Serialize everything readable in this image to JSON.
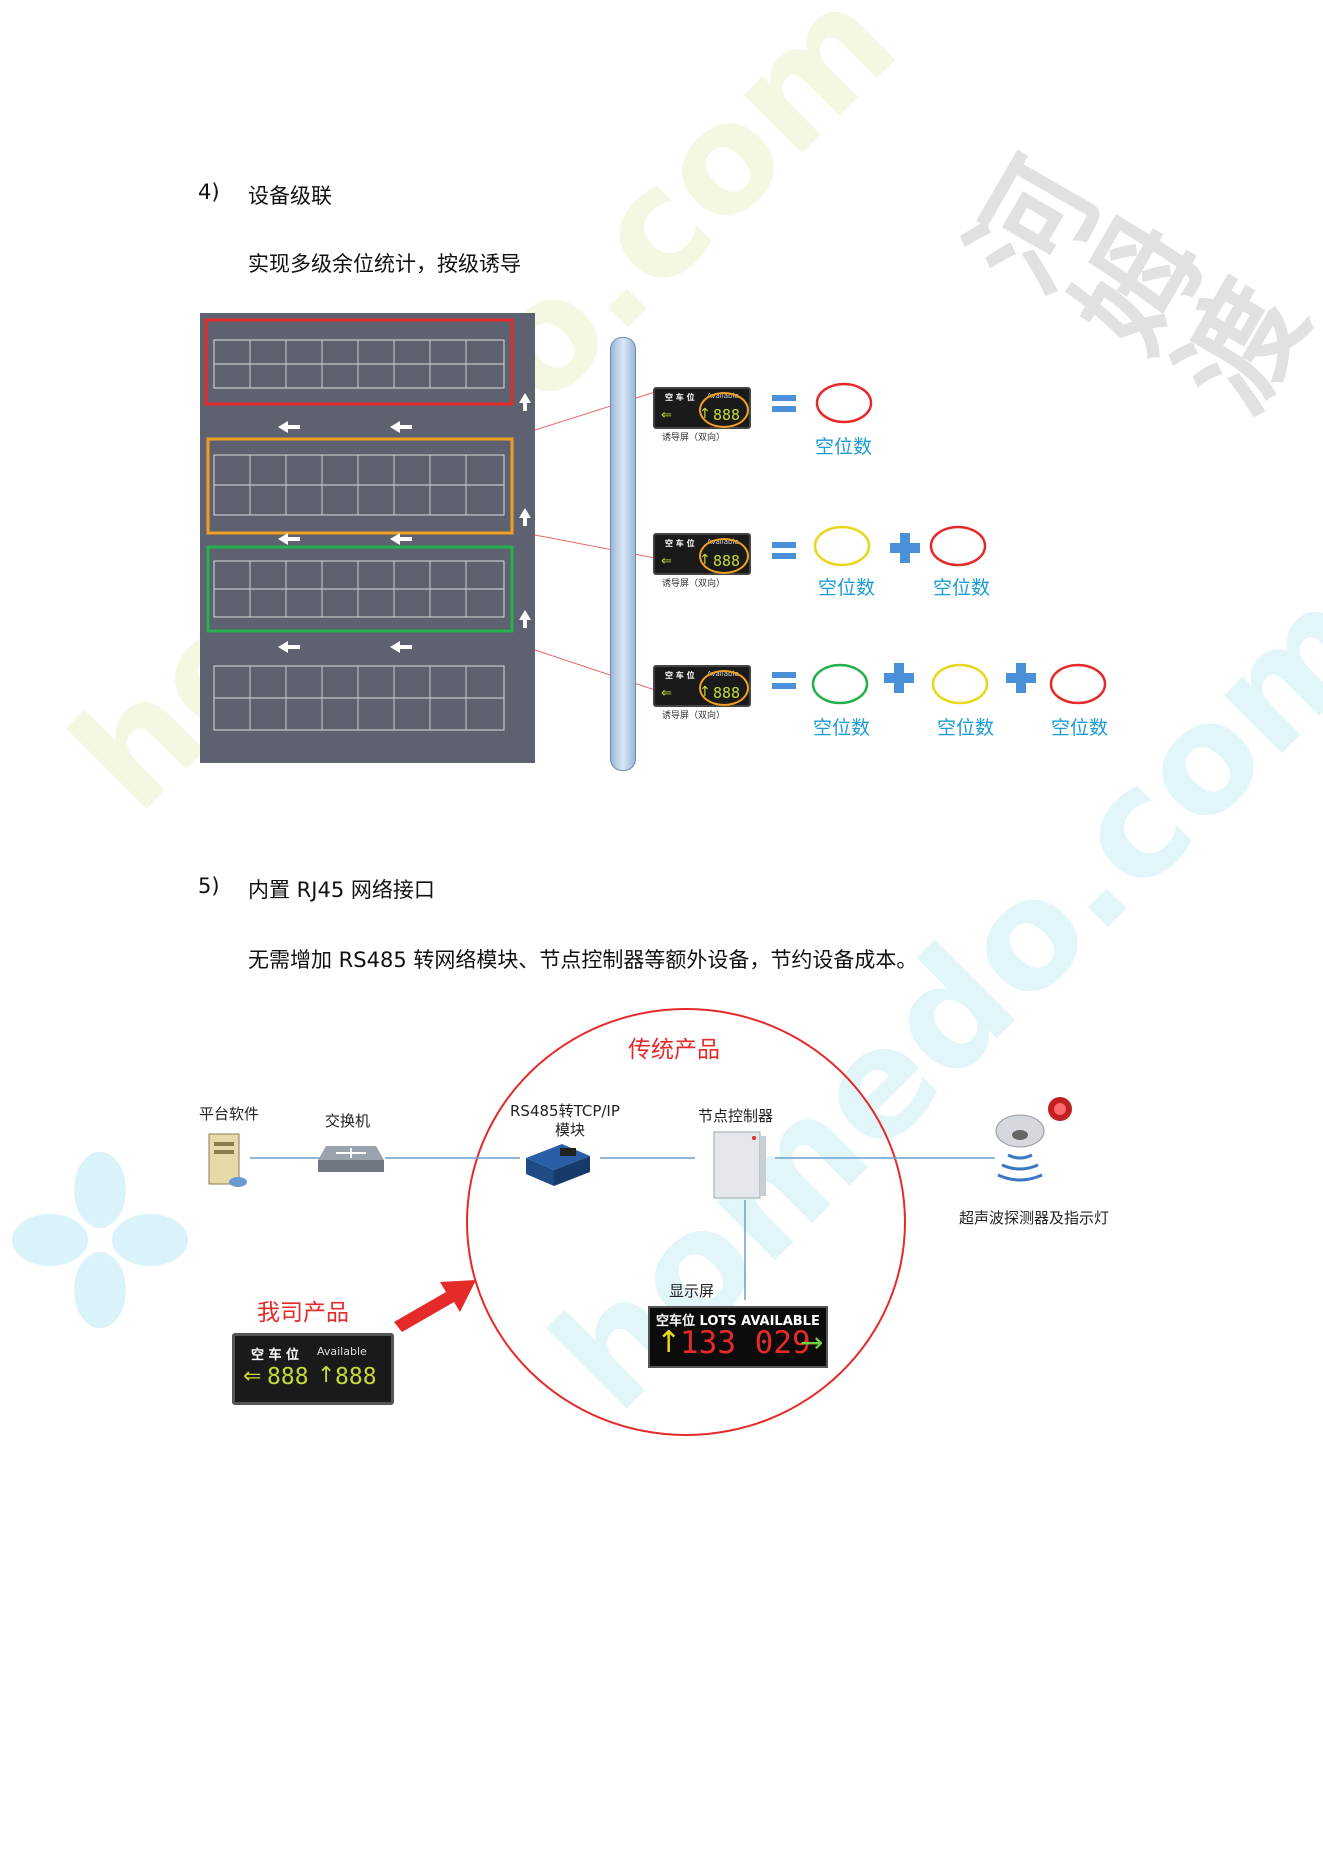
{
  "section4": {
    "num": "4)",
    "title": "设备级联",
    "desc": "实现多级余位统计，按级诱导"
  },
  "diagram1": {
    "screen_title": "空 车 位",
    "screen_available": "Available",
    "screen_digits": "888",
    "screen_label": "诱导屏（双向）",
    "vacancy_label": "空位数",
    "ring_colors": {
      "red": "#e52a2a",
      "yellow": "#e8d61c",
      "green": "#24b04b",
      "orange": "#f0a020"
    }
  },
  "section5": {
    "num": "5)",
    "title": "内置 RJ45 网络接口",
    "desc": "无需增加 RS485 转网络模块、节点控制器等额外设备，节约设备成本。"
  },
  "diagram2": {
    "traditional": "传统产品",
    "platform": "平台软件",
    "switch": "交换机",
    "rs485": "RS485转TCP/IP",
    "module": "模块",
    "node": "节点控制器",
    "detector": "超声波探测器及指示灯",
    "display": "显示屏",
    "ours": "我司产品",
    "our_screen_title": "空 车 位",
    "our_screen_available": "Available",
    "our_digits_left": "888",
    "our_digits_right": "888",
    "trad_title": "空车位 LOTS AVAILABLE",
    "trad_digits": "133 029"
  },
  "watermark": {
    "a": "homedo.com",
    "b": "河姆渡",
    "c": "homedo.com"
  }
}
